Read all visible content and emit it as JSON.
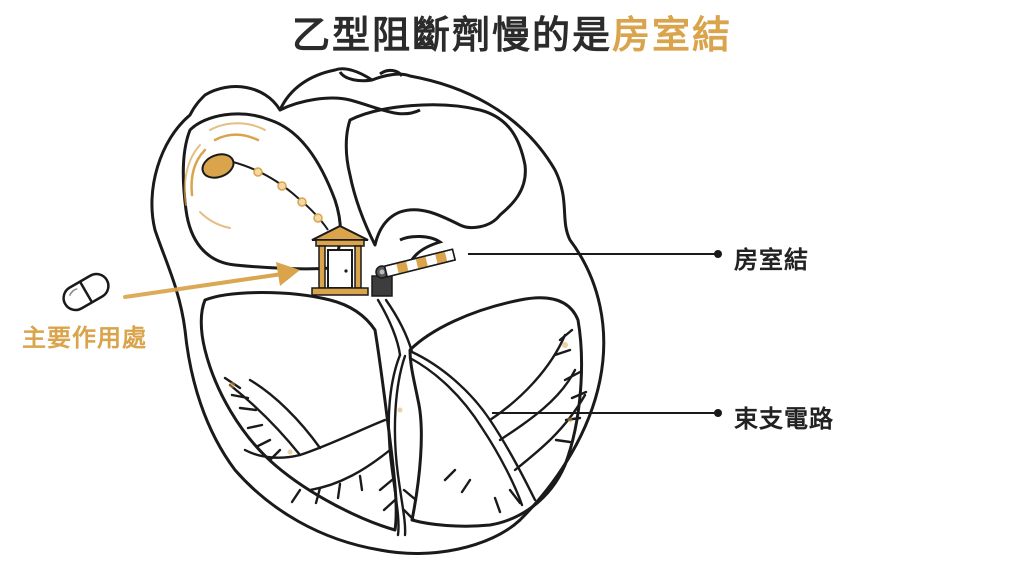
{
  "title": {
    "prefix": "乙型阻斷劑慢的是",
    "highlight": "房室結"
  },
  "labels": {
    "av_node": "房室結",
    "bundle_branch": "束支電路",
    "site_of_action": "主要作用處"
  },
  "icons": {
    "pill": "pill-icon",
    "house": "house-icon",
    "barrier": "barrier-gate-icon"
  },
  "colors": {
    "accent": "#d9a44c",
    "ink": "#222222",
    "title": "#2b2b2b"
  }
}
